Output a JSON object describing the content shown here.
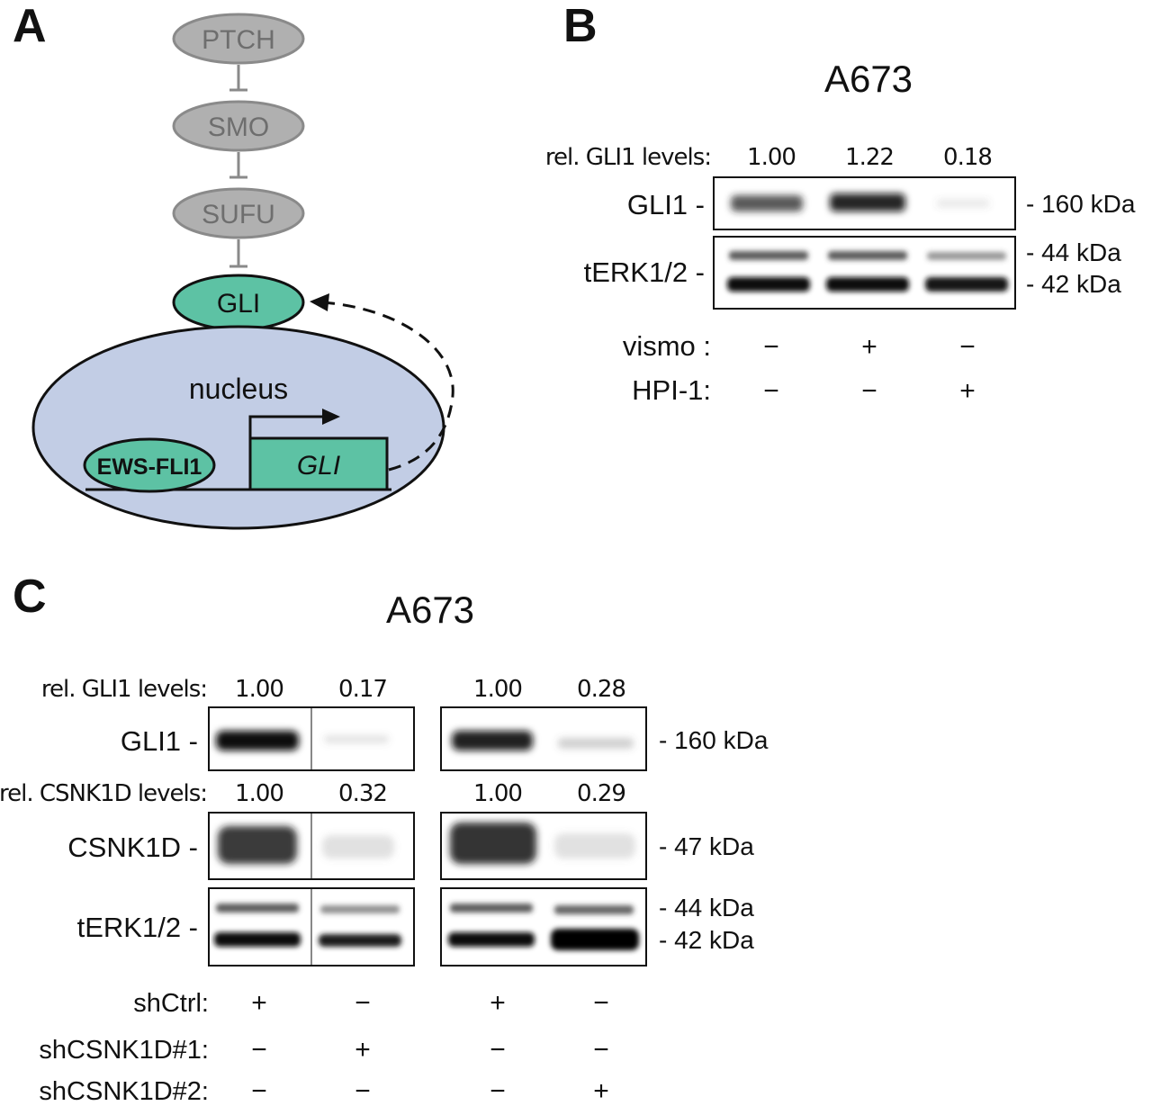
{
  "panel_a": {
    "letter": "A",
    "pathway": [
      "PTCH",
      "SMO",
      "SUFU"
    ],
    "gli_label": "GLI",
    "nucleus_label": "nucleus",
    "ews_fli1_label": "EWS-FLI1",
    "gene_label": "GLI",
    "colors": {
      "inactive_fill": "#b0b0b0",
      "inactive_stroke": "#8a8a8a",
      "active_fill": "#5dc2a4",
      "nucleus_fill": "#c2cde5"
    }
  },
  "panel_b": {
    "letter": "B",
    "cell_line": "A673",
    "rel_label": "rel. GLI1 levels:",
    "rel_values": [
      "1.00",
      "1.22",
      "0.18"
    ],
    "blots": [
      {
        "name": "GLI1 -",
        "markers": [
          "- 160 kDa"
        ],
        "band_intensity": [
          0.75,
          0.9,
          0.08
        ]
      },
      {
        "name": "tERK1/2 -",
        "markers": [
          "- 44 kDa",
          "- 42 kDa"
        ],
        "band_intensity": [
          0.9,
          0.85,
          0.8
        ]
      }
    ],
    "treatments": [
      {
        "label": "vismo :",
        "values": [
          "−",
          "+",
          "−"
        ]
      },
      {
        "label": "HPI-1:",
        "values": [
          "−",
          "−",
          "+"
        ]
      }
    ]
  },
  "panel_c": {
    "letter": "C",
    "cell_line": "A673",
    "rel_gli_label": "rel. GLI1 levels:",
    "rel_gli_values": [
      "1.00",
      "0.17",
      "1.00",
      "0.28"
    ],
    "rel_csnk_label": "rel. CSNK1D levels:",
    "rel_csnk_values": [
      "1.00",
      "0.32",
      "1.00",
      "0.29"
    ],
    "blots": [
      {
        "name": "GLI1 -",
        "markers": [
          "- 160 kDa"
        ]
      },
      {
        "name": "CSNK1D -",
        "markers": [
          "- 47 kDa"
        ]
      },
      {
        "name": "tERK1/2 -",
        "markers": [
          "- 44 kDa",
          "- 42 kDa"
        ]
      }
    ],
    "treatments": [
      {
        "label": "shCtrl:",
        "values": [
          "+",
          "−",
          "+",
          "−"
        ]
      },
      {
        "label": "shCSNK1D#1:",
        "values": [
          "−",
          "+",
          "−",
          "−"
        ]
      },
      {
        "label": "shCSNK1D#2:",
        "values": [
          "−",
          "−",
          "−",
          "+"
        ]
      }
    ]
  }
}
